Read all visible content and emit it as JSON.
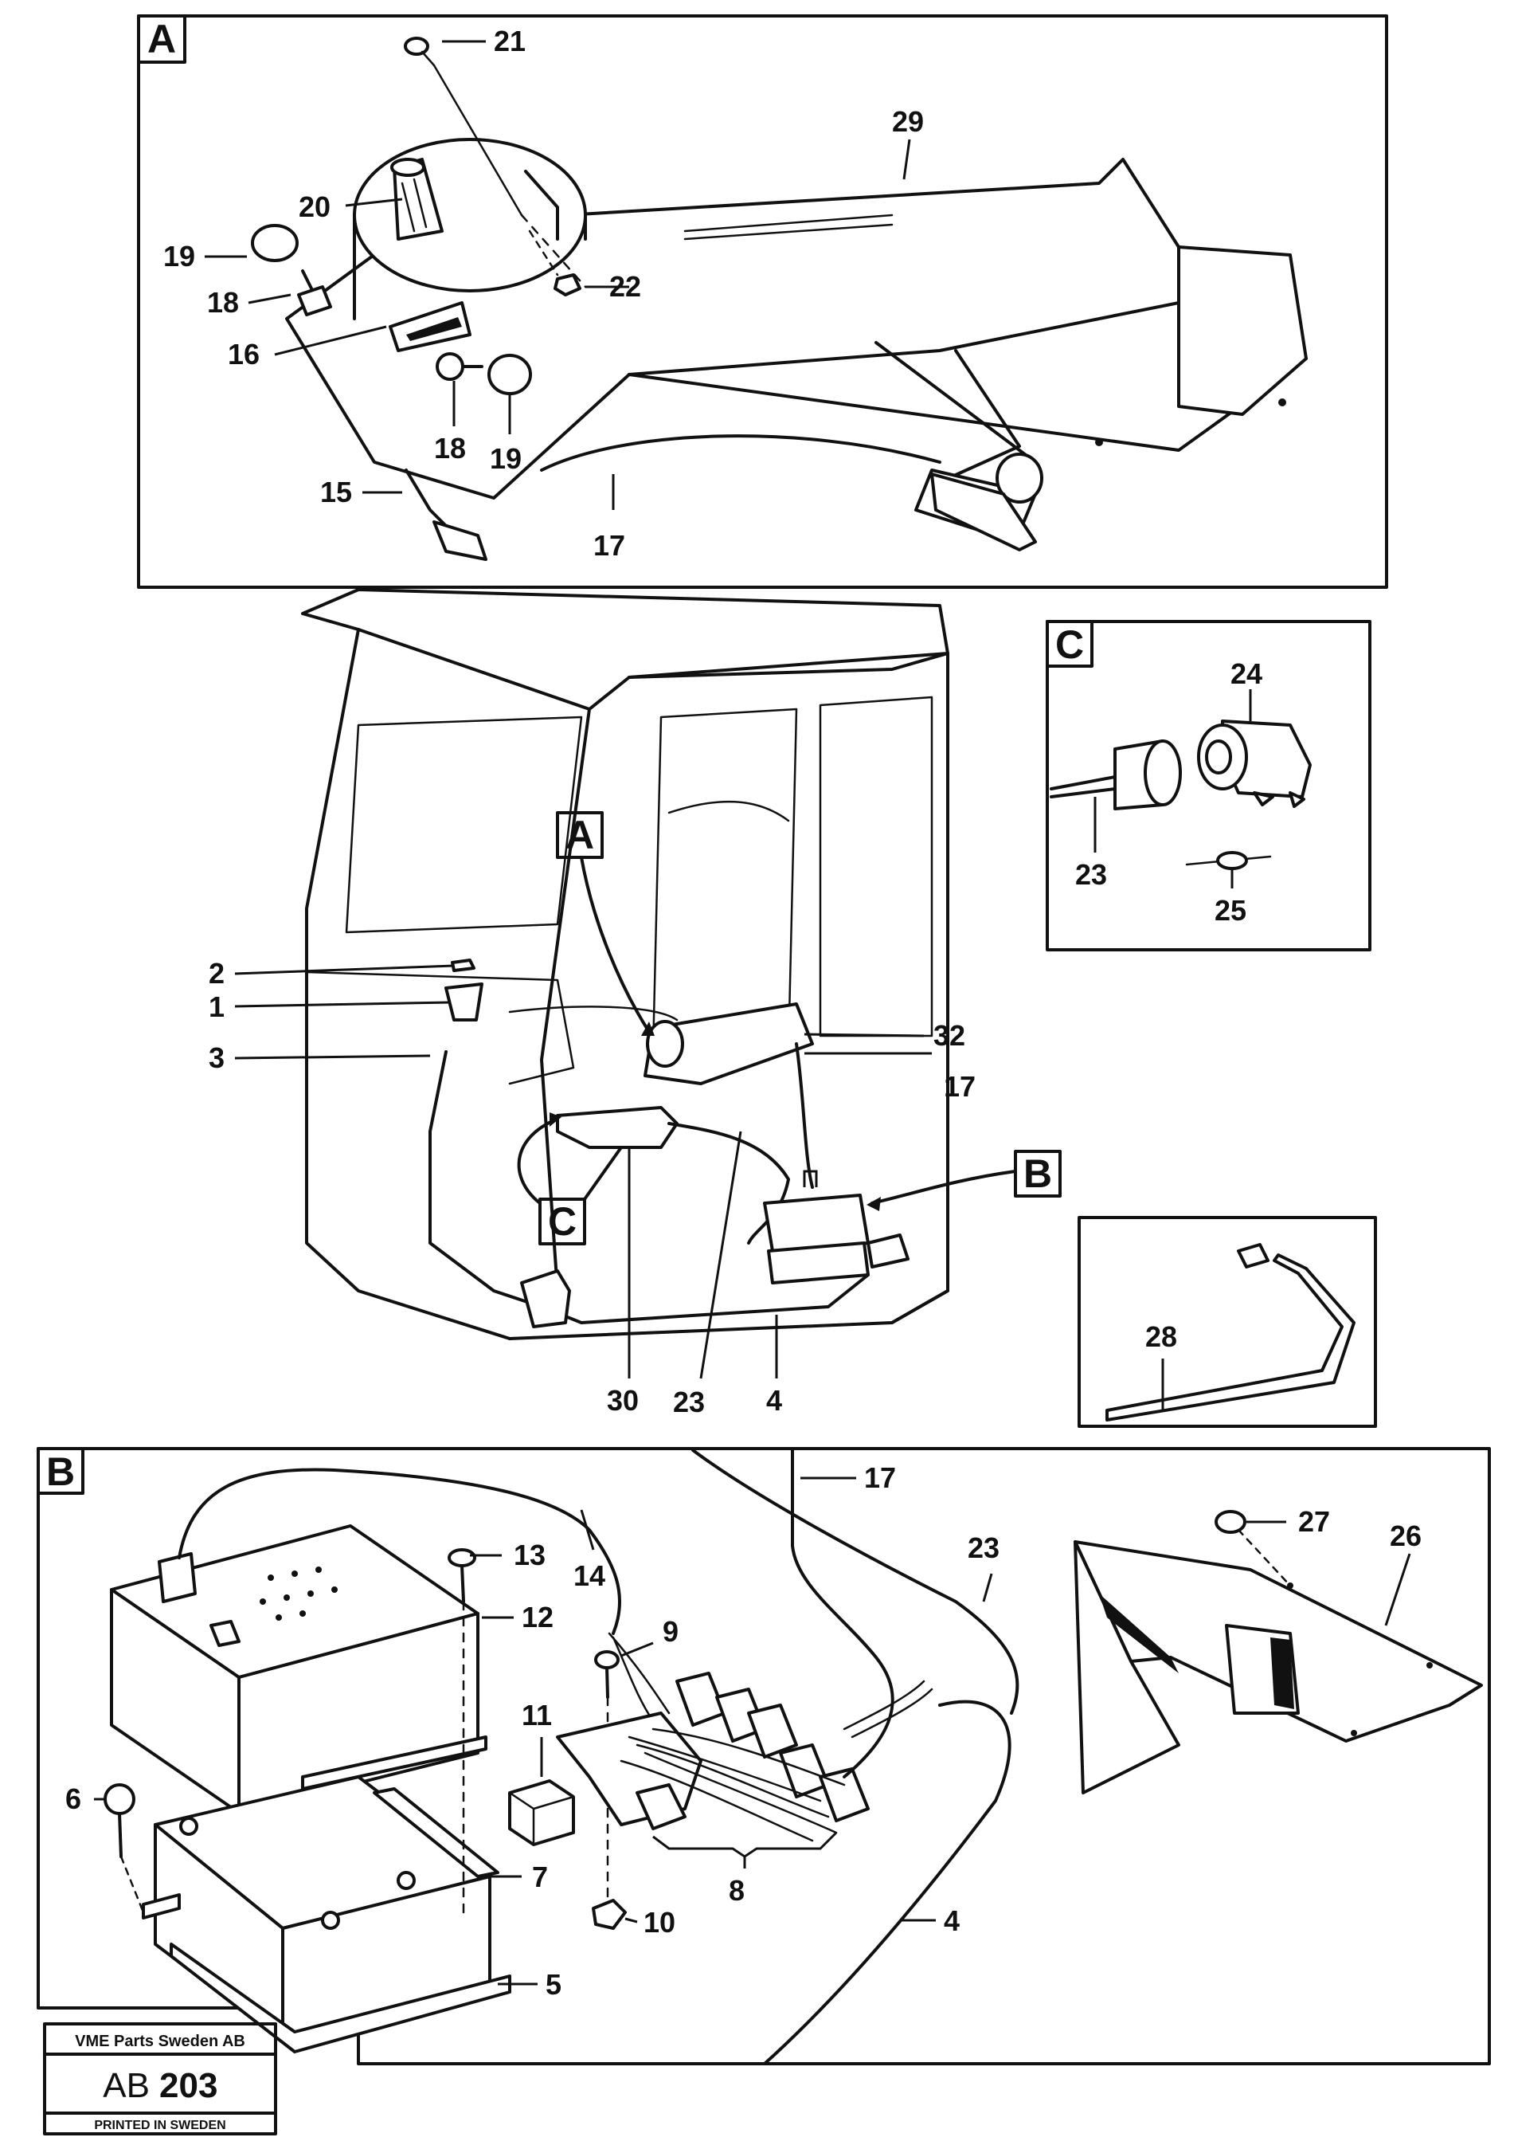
{
  "panels": {
    "A": "A",
    "B": "B",
    "C": "C"
  },
  "markers": {
    "A": "A",
    "B": "B",
    "C": "C"
  },
  "callouts": {
    "n1": "1",
    "n2": "2",
    "n3": "3",
    "n4": "4",
    "n5": "5",
    "n6": "6",
    "n7": "7",
    "n8": "8",
    "n9": "9",
    "n10": "10",
    "n11": "11",
    "n12": "12",
    "n13": "13",
    "n14": "14",
    "n15": "15",
    "n16": "16",
    "n17": "17",
    "n18": "18",
    "n19": "19",
    "n20": "20",
    "n21": "21",
    "n22": "22",
    "n23": "23",
    "n24": "24",
    "n25": "25",
    "n26": "26",
    "n27": "27",
    "n28": "28",
    "n29": "29",
    "n30": "30",
    "n32": "32"
  },
  "stamp": {
    "company": "VME Parts Sweden AB",
    "code_prefix": "AB",
    "code_number": "203",
    "printed": "PRINTED IN SWEDEN"
  }
}
